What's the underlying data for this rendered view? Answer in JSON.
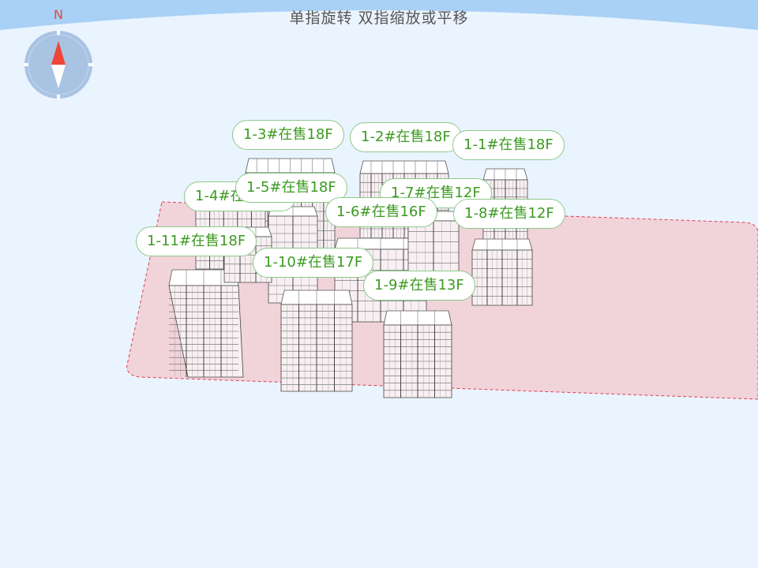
{
  "hint": "单指旋转 双指缩放或平移",
  "compass": {
    "north_label": "N",
    "icon": "compass-icon"
  },
  "colors": {
    "sky_band": "#a9d0f5",
    "background": "#eaf4ff",
    "plot_fill": "#f1d3da",
    "plot_border": "#e0404a",
    "label_text": "#3c9a22",
    "label_border": "#8bc98b",
    "compass_disc": "#a9c3e3",
    "compass_needle_north": "#f04438"
  },
  "buildings": [
    {
      "id": "b-1-4",
      "label": "1-4#在售"
    },
    {
      "id": "b-1-3",
      "label": "1-3#在售18F"
    },
    {
      "id": "b-1-2",
      "label": "1-2#在售18F"
    },
    {
      "id": "b-1-1",
      "label": "1-1#在售18F"
    },
    {
      "id": "b-1-7",
      "label": "1-7#在售12F"
    },
    {
      "id": "b-1-5",
      "label": "1-5#在售18F"
    },
    {
      "id": "b-1-6",
      "label": "1-6#在售16F"
    },
    {
      "id": "b-1-8",
      "label": "1-8#在售12F"
    },
    {
      "id": "b-1-11",
      "label": "1-11#在售18F"
    },
    {
      "id": "b-1-10",
      "label": "1-10#在售17F"
    },
    {
      "id": "b-1-9",
      "label": "1-9#在售13F"
    }
  ]
}
